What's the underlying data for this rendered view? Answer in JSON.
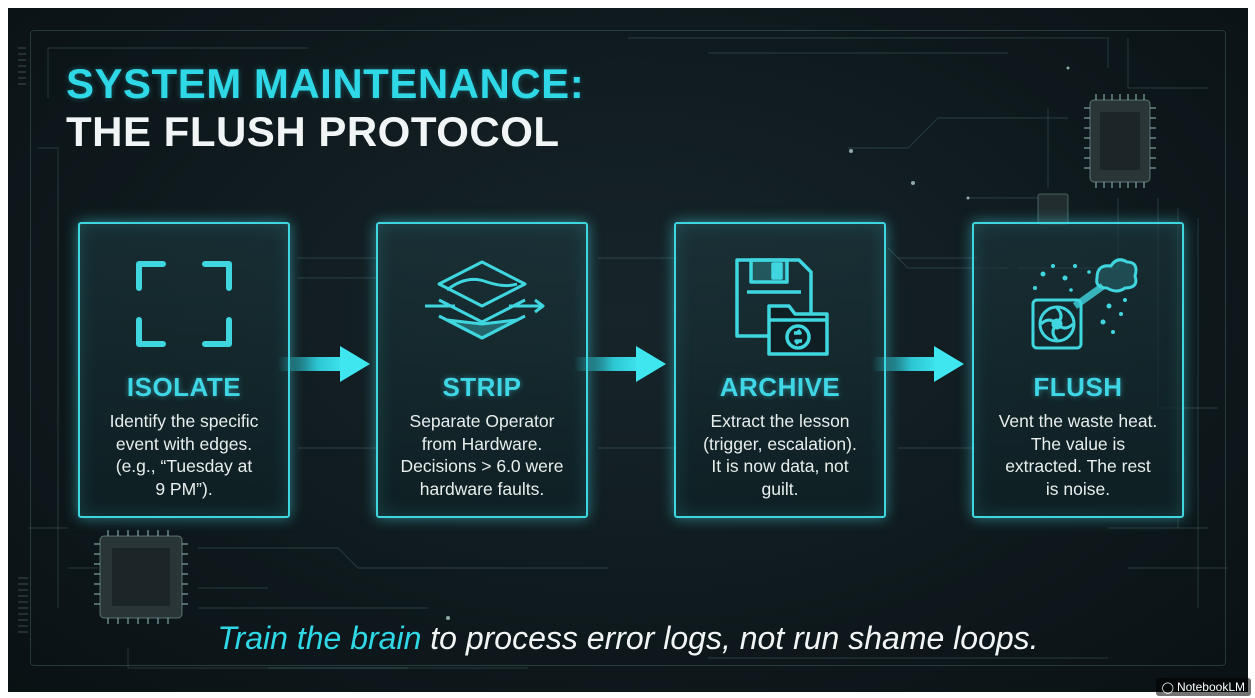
{
  "title": {
    "line1": "SYSTEM MAINTENANCE:",
    "line2": "THE FLUSH PROTOCOL"
  },
  "steps": [
    {
      "heading": "ISOLATE",
      "icon": "corner-brackets-icon",
      "lines": [
        "Identify the specific",
        "event with edges.",
        "(e.g., “Tuesday at",
        "9 PM”)."
      ]
    },
    {
      "heading": "STRIP",
      "icon": "stacked-layers-icon",
      "lines": [
        "Separate Operator",
        "from Hardware.",
        "Decisions > 6.0 were",
        "hardware faults."
      ]
    },
    {
      "heading": "ARCHIVE",
      "icon": "floppy-folder-icon",
      "lines": [
        "Extract the lesson",
        "(trigger, escalation).",
        "It is now data, not",
        "guilt."
      ]
    },
    {
      "heading": "FLUSH",
      "icon": "fan-vent-icon",
      "lines": [
        "Vent the waste heat.",
        "The value is",
        "extracted. The rest",
        "is noise."
      ]
    }
  ],
  "footer": {
    "accent": "Train the brain",
    "rest": " to process error logs, not run shame loops."
  },
  "watermark": {
    "label": "NotebookLM",
    "icon": "notebooklm-icon"
  },
  "colors": {
    "accent": "#2fd8e6",
    "background": "#0f1a1e",
    "text": "#f2f5f5"
  }
}
